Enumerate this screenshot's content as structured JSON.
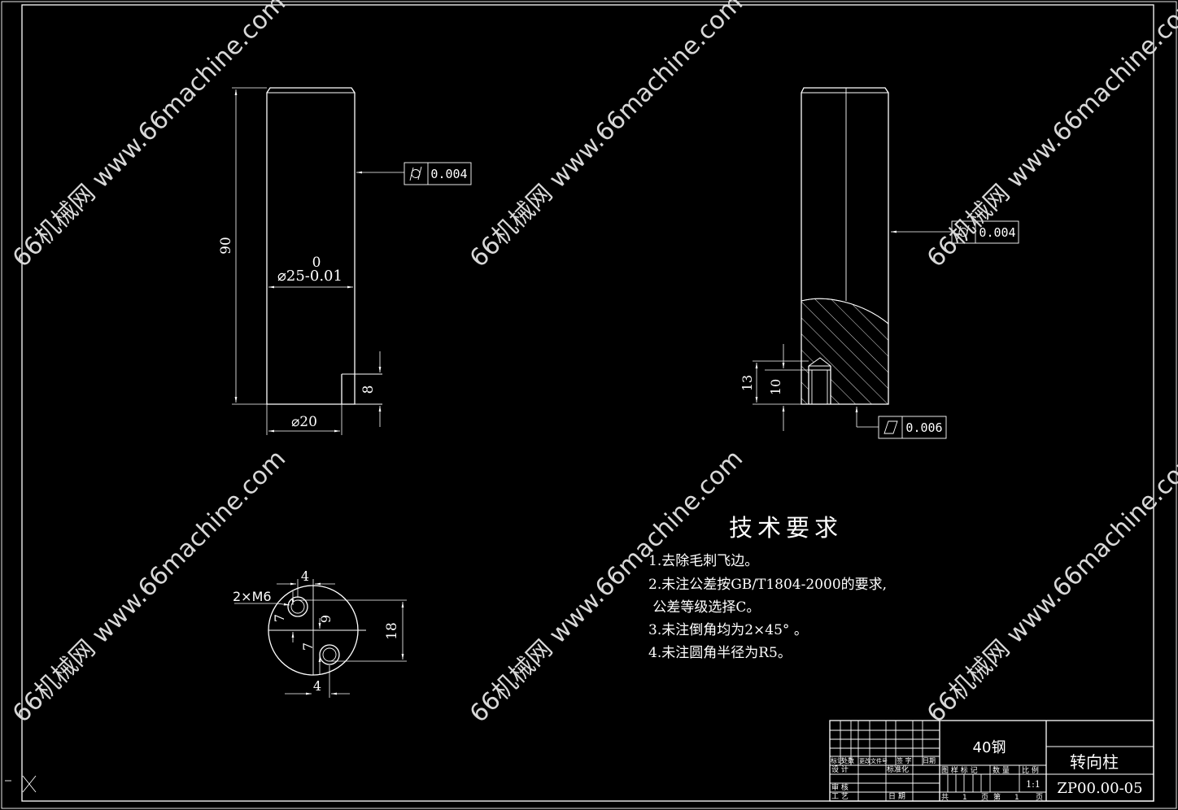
{
  "drawing": {
    "title": "转向柱",
    "material": "40钢",
    "drawing_number": "ZP00.00-05",
    "scale": "1:1",
    "watermark": "66机械网 www.66machine.com"
  },
  "front_view": {
    "dim_length": "90",
    "dim_diameter_upper": "0",
    "dim_diameter": "⌀25-0.01",
    "dim_step_diameter": "⌀20",
    "dim_step_length": "8",
    "tolerance_value": "0.004"
  },
  "section_view": {
    "tolerance_value_top": "0.004",
    "tolerance_value_bottom": "0.006",
    "dim_hole_depth_outer": "13",
    "dim_hole_depth_inner": "10"
  },
  "end_view": {
    "thread_label": "2×M6",
    "dim_top": "4",
    "dim_bottom": "4",
    "dim_height": "18",
    "dim_left": "7",
    "dim_center": "9",
    "dim_left_lower": "7"
  },
  "tech_requirements": {
    "heading": "技术要求",
    "items": [
      "1.去除毛刺飞边。",
      "2.未注公差按GB/T1804-2000的要求,",
      " 公差等级选择C。",
      "3.未注倒角均为2×45°  。",
      "4.未注圆角半径为R5。"
    ]
  },
  "title_block": {
    "labels": {
      "mark": "标记",
      "zones": "处数",
      "change_doc": "更改文件号",
      "signature": "签 字",
      "date": "日期",
      "design": "设 计",
      "standardize": "标准化",
      "review": "审 核",
      "process": "工 艺",
      "date2": "日 期",
      "stage_mark": "图 样 标 记",
      "quantity": "数 量",
      "ratio": "比 例",
      "total": "共",
      "total_count": "1",
      "sheets": "页",
      "sheet_no": "第",
      "sheet_count": "1",
      "sheets2": "页"
    }
  }
}
